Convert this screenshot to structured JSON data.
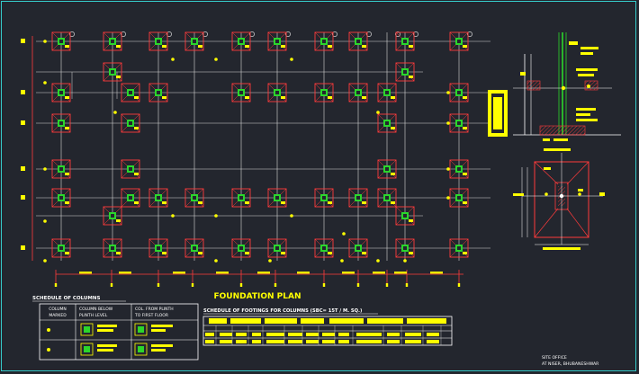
{
  "drawing": {
    "title": "FOUNDATION PLAN",
    "colors": {
      "background": "#23262e",
      "grid_line": "#d8d8d8",
      "column": "#ff3b3b",
      "hatch": "#ff3b3b",
      "text": "#ffff00",
      "accent": "#2bd62b",
      "dimension": "#ff3b3b",
      "frame": "#35c9c9"
    }
  },
  "schedule_columns": {
    "title": "SCHEDULE OF COLUMNS",
    "headers": {
      "col1_line1": "COLUMN",
      "col1_line2": "MARKED",
      "col2_line1": "COLUMN BELOW",
      "col2_line2": "PLINTH LEVEL",
      "col3_line1": "COL. FROM PLINTH",
      "col3_line2": "TO FIRST FLOOR"
    }
  },
  "schedule_footings": {
    "title": "SCHEDULE OF FOOTINGS FOR COLUMNS (SBC= 15T / M. SQ.)"
  },
  "title_block": {
    "line1": "SITE OFFICE",
    "line2": "AT NISER, BHUBANESHWAR"
  }
}
